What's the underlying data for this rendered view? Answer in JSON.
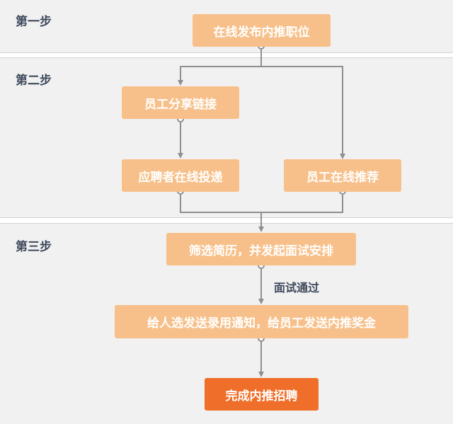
{
  "steps": {
    "step1": "第一步",
    "step2": "第二步",
    "step3": "第三步"
  },
  "nodes": {
    "publish": "在线发布内推职位",
    "share": "员工分享链接",
    "apply": "应聘者在线投递",
    "recommend": "员工在线推荐",
    "screen": "筛选简历，并发起面试安排",
    "notify": "给人选发送录用通知，给员工发送内推奖金",
    "complete": "完成内推招聘"
  },
  "edge_labels": {
    "interview_pass": "面试通过"
  },
  "colors": {
    "node_fill": "#f7c08a",
    "final_fill": "#ef6f2a",
    "band_fill": "#f1f1f1",
    "connector": "#8f8f8f"
  }
}
